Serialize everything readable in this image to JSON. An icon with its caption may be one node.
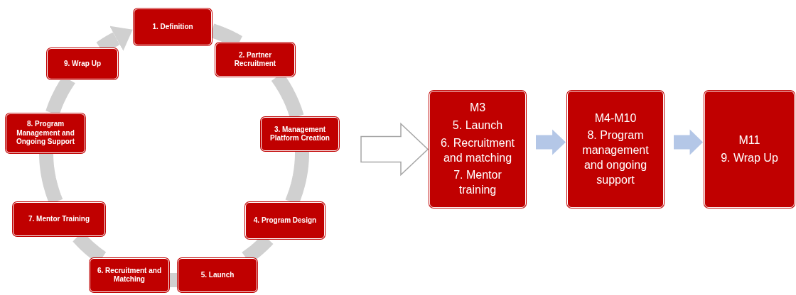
{
  "diagram": {
    "nodes": [
      {
        "text": [
          "1. Definition"
        ]
      },
      {
        "text": [
          "2. Partner Recruitment"
        ]
      },
      {
        "text": [
          "3. Management Platform Creation"
        ]
      },
      {
        "text": [
          "4. Program Design"
        ]
      },
      {
        "text": [
          "5. Launch"
        ]
      },
      {
        "text": [
          "6. Recruitment and Matching"
        ]
      },
      {
        "text": [
          "7. Mentor Training"
        ]
      },
      {
        "text": [
          "8. Program Management and Ongoing Support"
        ]
      },
      {
        "text": [
          "9. Wrap Up"
        ]
      },
      {
        "text": [
          "M3",
          "5. Launch",
          "6. Recruitment and matching",
          "7. Mentor training"
        ]
      },
      {
        "text": [
          "M4-M10",
          "8. Program management and ongoing support"
        ]
      },
      {
        "text": [
          "M11",
          "9. Wrap Up"
        ]
      }
    ],
    "edges": [
      {
        "from": 0,
        "to": 1,
        "arrow": "none"
      },
      {
        "from": 1,
        "to": 2,
        "arrow": "none"
      },
      {
        "from": 2,
        "to": 3,
        "arrow": "none"
      },
      {
        "from": 3,
        "to": 4,
        "arrow": "none"
      },
      {
        "from": 4,
        "to": 5,
        "arrow": "none"
      },
      {
        "from": 5,
        "to": 6,
        "arrow": "none"
      },
      {
        "from": 6,
        "to": 7,
        "arrow": "none"
      },
      {
        "from": 7,
        "to": 8,
        "arrow": "none"
      },
      {
        "from": 8,
        "to": 0,
        "arrow": "to"
      },
      {
        "from": null,
        "to": 9,
        "arrow": "to",
        "style": "thick",
        "color": "#a6a6a6"
      },
      {
        "from": 9,
        "to": 10,
        "arrow": "to",
        "style": "thick",
        "color": "#b4c7e7"
      },
      {
        "from": 10,
        "to": 11,
        "arrow": "to",
        "style": "thick",
        "color": "#b4c7e7"
      }
    ]
  }
}
